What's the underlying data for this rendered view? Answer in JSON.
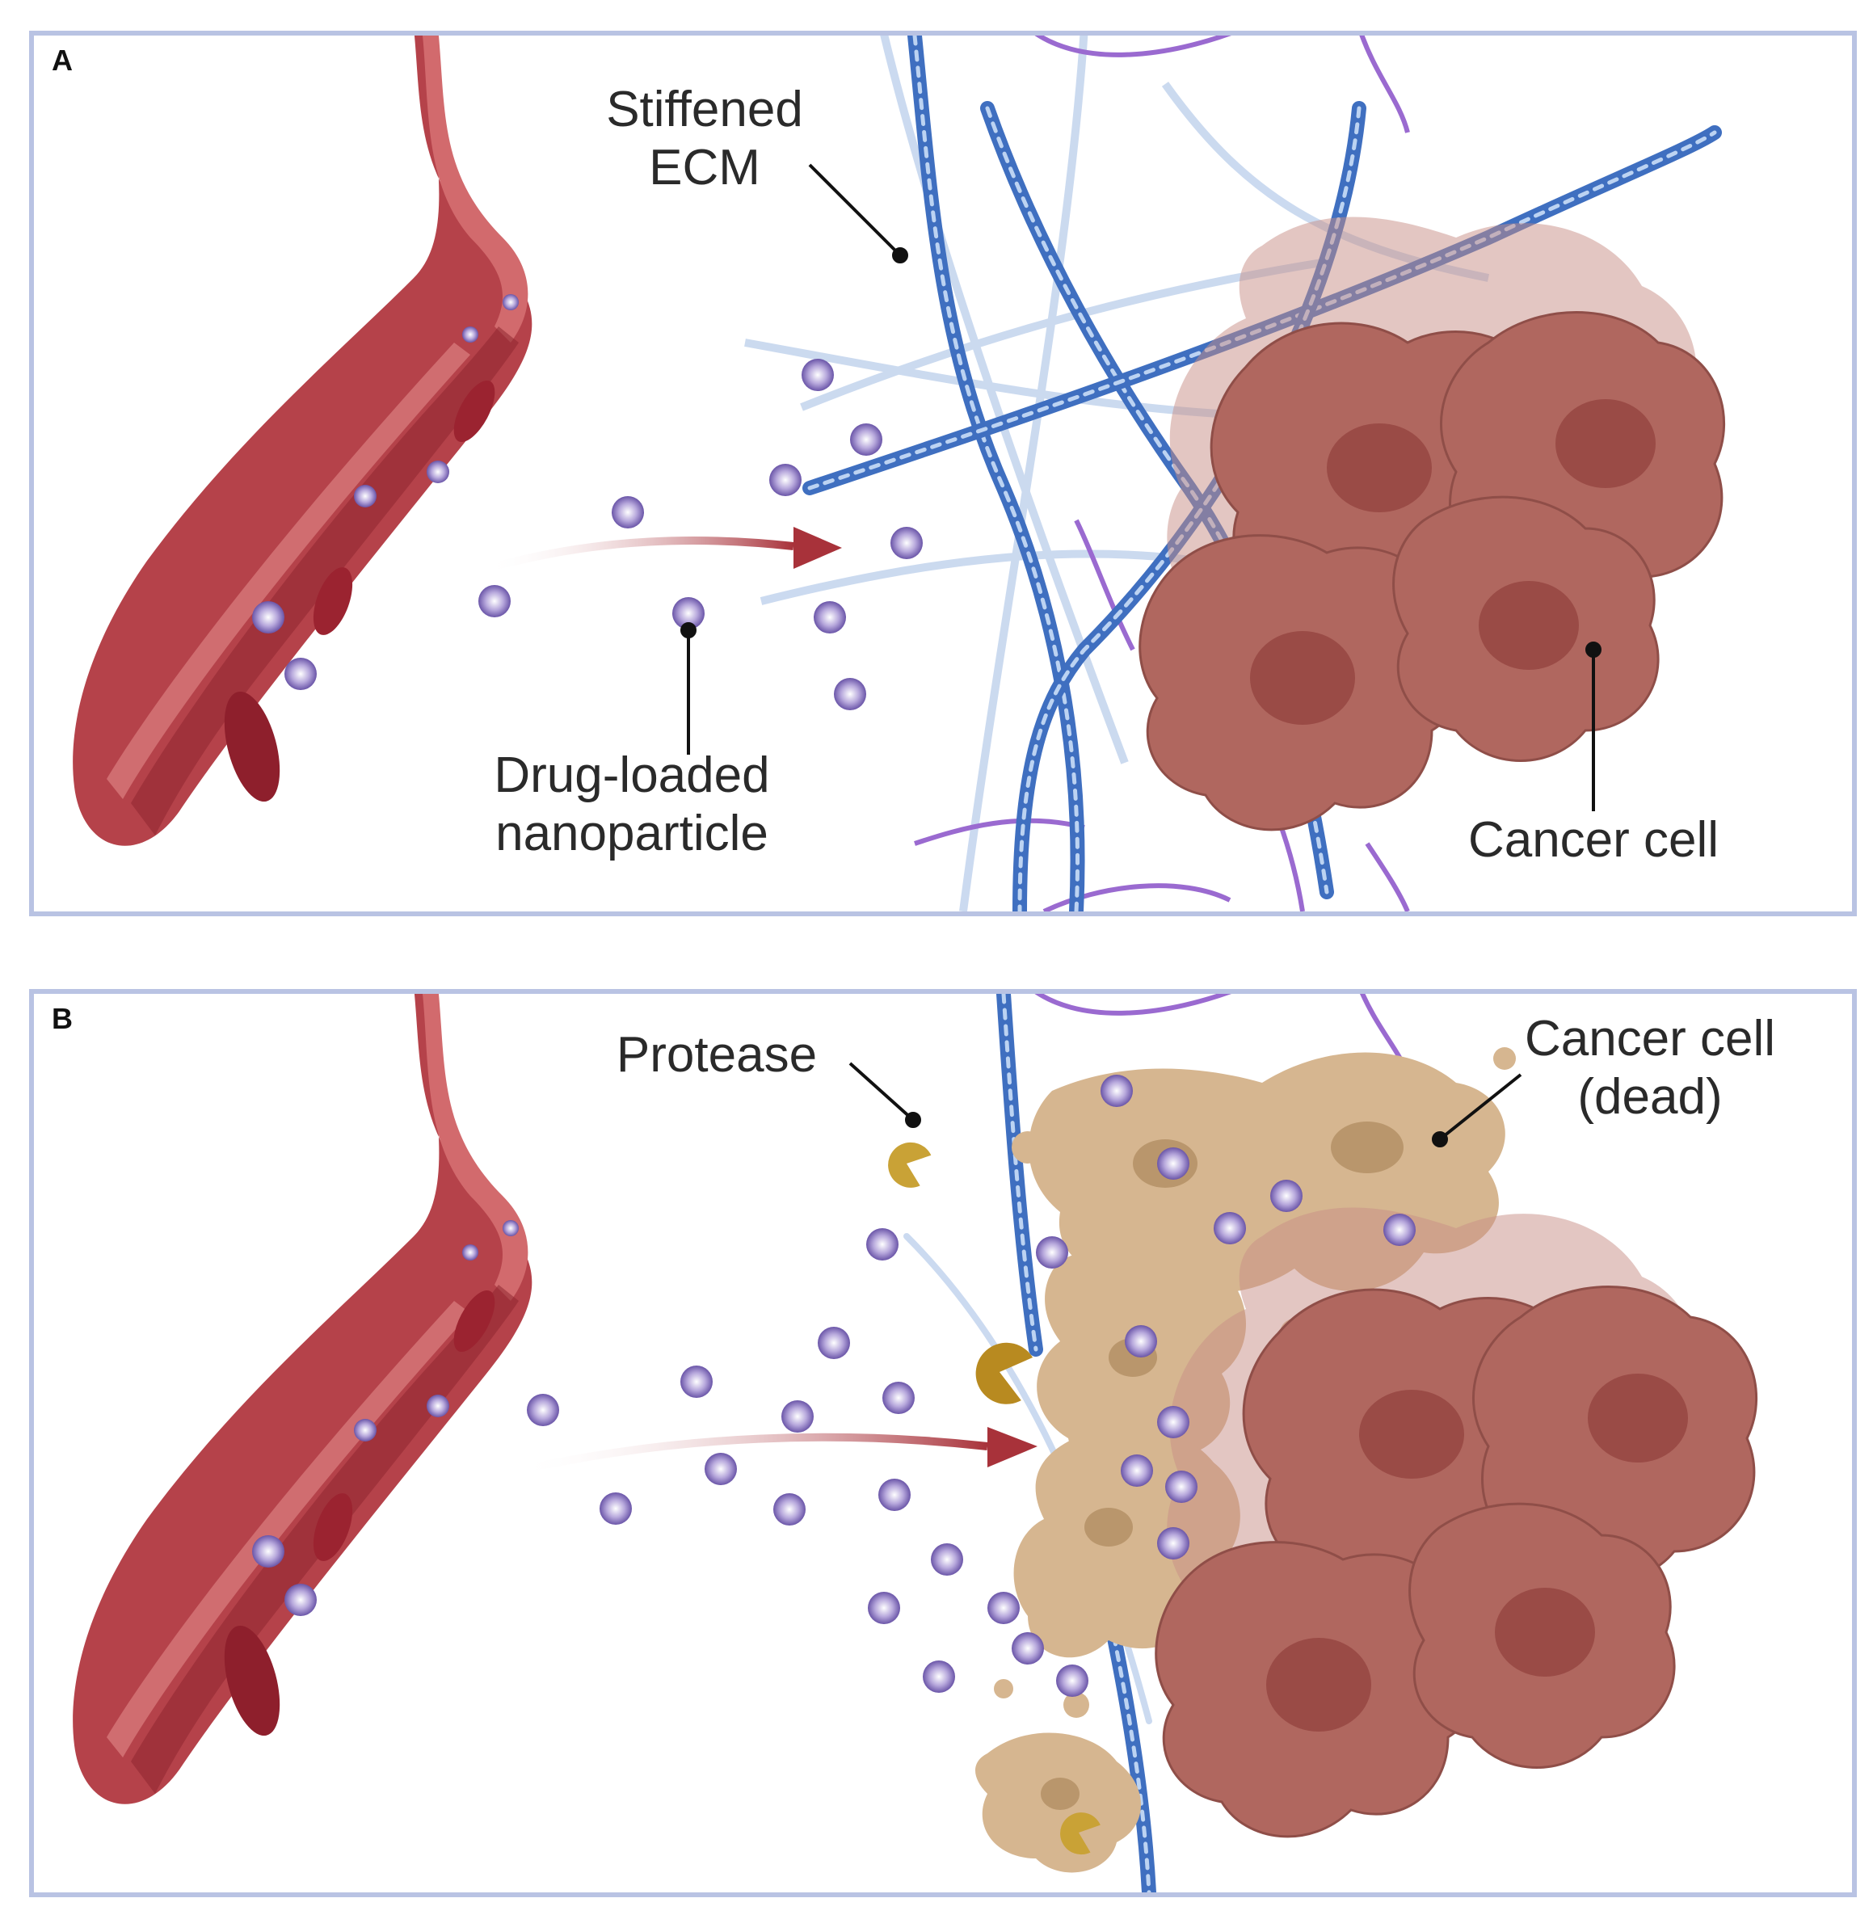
{
  "colors": {
    "vessel": "#b5424a",
    "vessel_dark": "#8e2730",
    "vessel_light": "#d26a6d",
    "rbc": "#9b2330",
    "nanoparticle": "#7a62b0",
    "ecm": "#3f6fc0",
    "ecm_faint": "#a9c2e6",
    "nerve": "#9a6ad0",
    "cancer_cell": "#b0675f",
    "cancer_nucleus": "#9a4b46",
    "dead_cell": "#d6b690",
    "protease": "#c9a236",
    "arrow": "#a8323a",
    "border": "#b9c3e3"
  },
  "panel_a": {
    "letter": "A",
    "labels": {
      "stiffened_ecm_line1": "Stiffened",
      "stiffened_ecm_line2": "ECM",
      "nanoparticle_line1": "Drug-loaded",
      "nanoparticle_line2": "nanoparticle",
      "cancer_cell": "Cancer cell"
    }
  },
  "panel_b": {
    "letter": "B",
    "labels": {
      "protease": "Protease",
      "dead_cell_line1": "Cancer cell",
      "dead_cell_line2": "(dead)"
    }
  },
  "icons": [
    "blood-vessel-icon",
    "red-blood-cell-icon",
    "nanoparticle-icon",
    "ecm-fiber-icon",
    "cancer-cell-icon",
    "protease-icon",
    "arrow-icon"
  ]
}
